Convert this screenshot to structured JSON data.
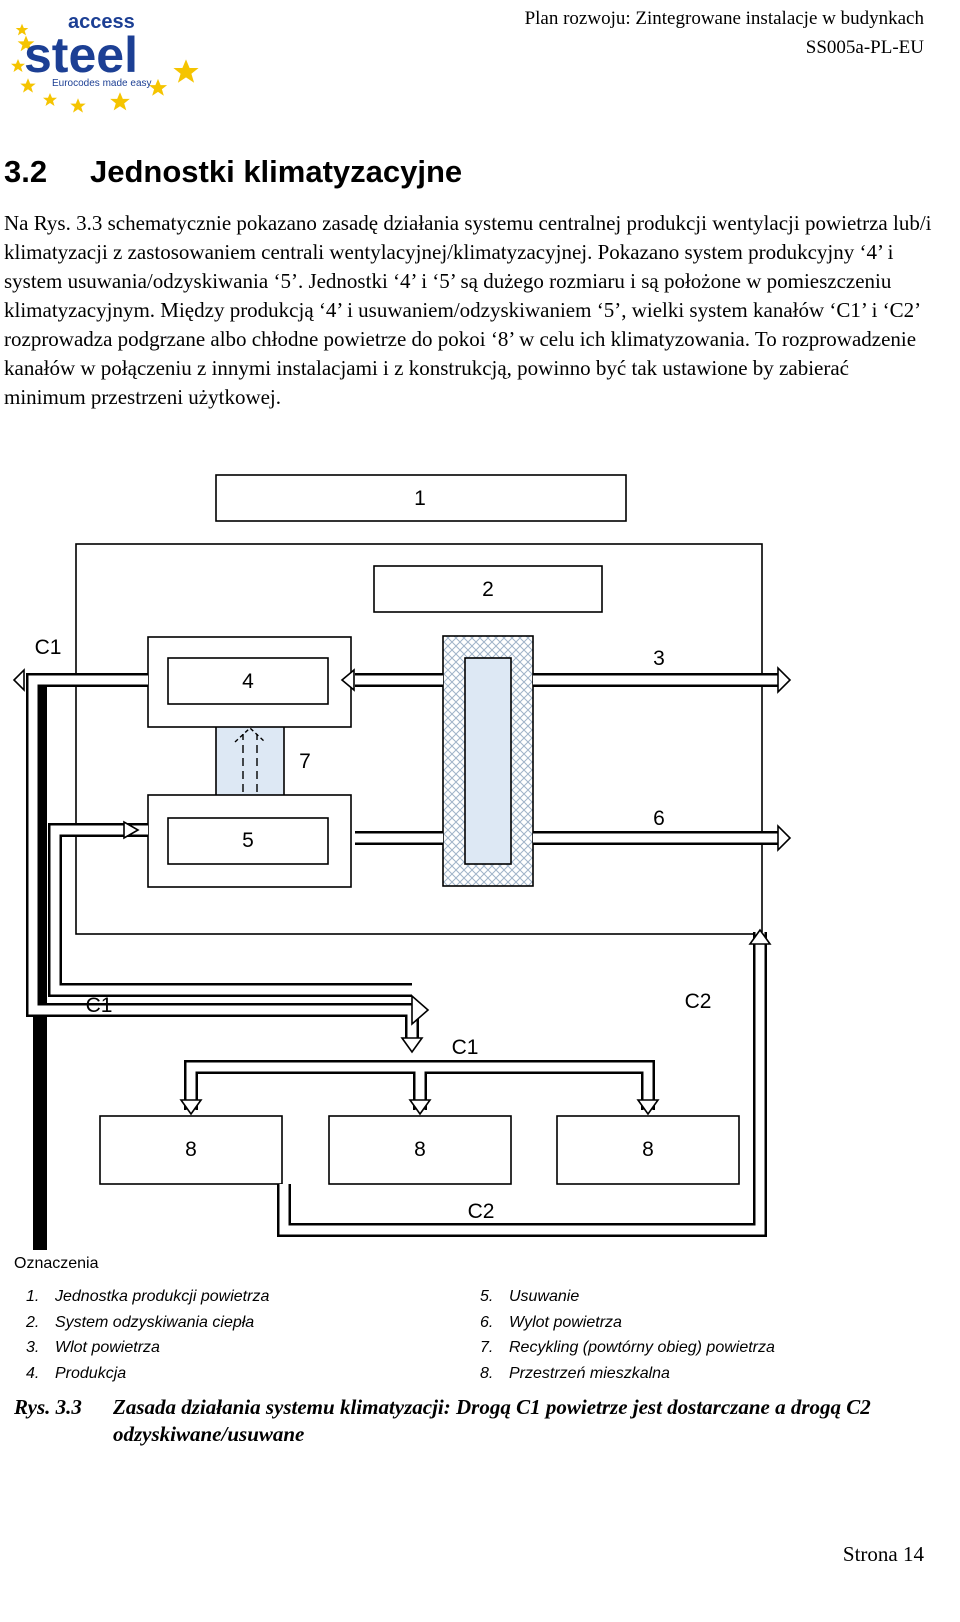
{
  "header": {
    "logo_top": "access",
    "logo_main": "steel",
    "logo_tagline": "Eurocodes made easy",
    "document_title": "Plan rozwoju: Zintegrowane instalacje w budynkach",
    "document_code": "SS005a-PL-EU"
  },
  "section": {
    "number": "3.2",
    "title": "Jednostki klimatyzacyjne"
  },
  "body_text": "Na Rys. 3.3 schematycznie pokazano zasadę działania systemu centralnej produkcji wentylacji powietrza lub/i klimatyzacji z zastosowaniem centrali wentylacyjnej/klimatyzacyjnej. Pokazano  system produkcyjny ‘4’ i system usuwania/odzyskiwania ‘5’. Jednostki ‘4’ i ‘5’ są dużego rozmiaru i są położone w pomieszczeniu klimatyzacyjnym. Między produkcją ‘4’ i usuwaniem/odzyskiwaniem ‘5’, wielki system kanałów ‘C1’ i ‘C2’ rozprowadza podgrzane albo chłodne powietrze do pokoi ‘8’ w celu ich klimatyzowania. To rozprowadzenie kanałów w połączeniu z innymi instalacjami i z konstrukcją, powinno być tak ustawione by zabierać minimum przestrzeni użytkowej.",
  "diagram": {
    "label_1": "1",
    "label_2": "2",
    "label_3": "3",
    "label_4": "4",
    "label_5": "5",
    "label_6": "6",
    "label_7": "7",
    "label_c1_top": "C1",
    "label_c1_left": "C1",
    "label_c1_mid": "C1",
    "label_c2_right": "C2",
    "label_c2_bottom": "C2",
    "room_labels": [
      "8",
      "8",
      "8"
    ]
  },
  "legend": {
    "title": "Oznaczenia",
    "left": [
      {
        "num": "1.",
        "text": "Jednostka produkcji powietrza"
      },
      {
        "num": "2.",
        "text": "System odzyskiwania ciepła"
      },
      {
        "num": "3.",
        "text": "Wlot powietrza"
      },
      {
        "num": "4.",
        "text": "Produkcja"
      }
    ],
    "right": [
      {
        "num": "5.",
        "text": "Usuwanie"
      },
      {
        "num": "6.",
        "text": "Wylot powietrza"
      },
      {
        "num": "7.",
        "text": "Recykling (powtórny obieg) powietrza"
      },
      {
        "num": "8.",
        "text": "Przestrzeń mieszkalna"
      }
    ]
  },
  "caption": {
    "label": "Rys. 3.3",
    "line1": "Zasada działania systemu klimatyzacji: Drogą C1 powietrze jest dostarczane a drogą C2",
    "line2": "odzyskiwane/usuwane"
  },
  "footer": {
    "page": "Strona 14"
  },
  "colors": {
    "logo_blue": "#1c3f94",
    "logo_star": "#f5c400",
    "channel_fill": "#dde8f4",
    "hatch": "#9fb3c8"
  }
}
